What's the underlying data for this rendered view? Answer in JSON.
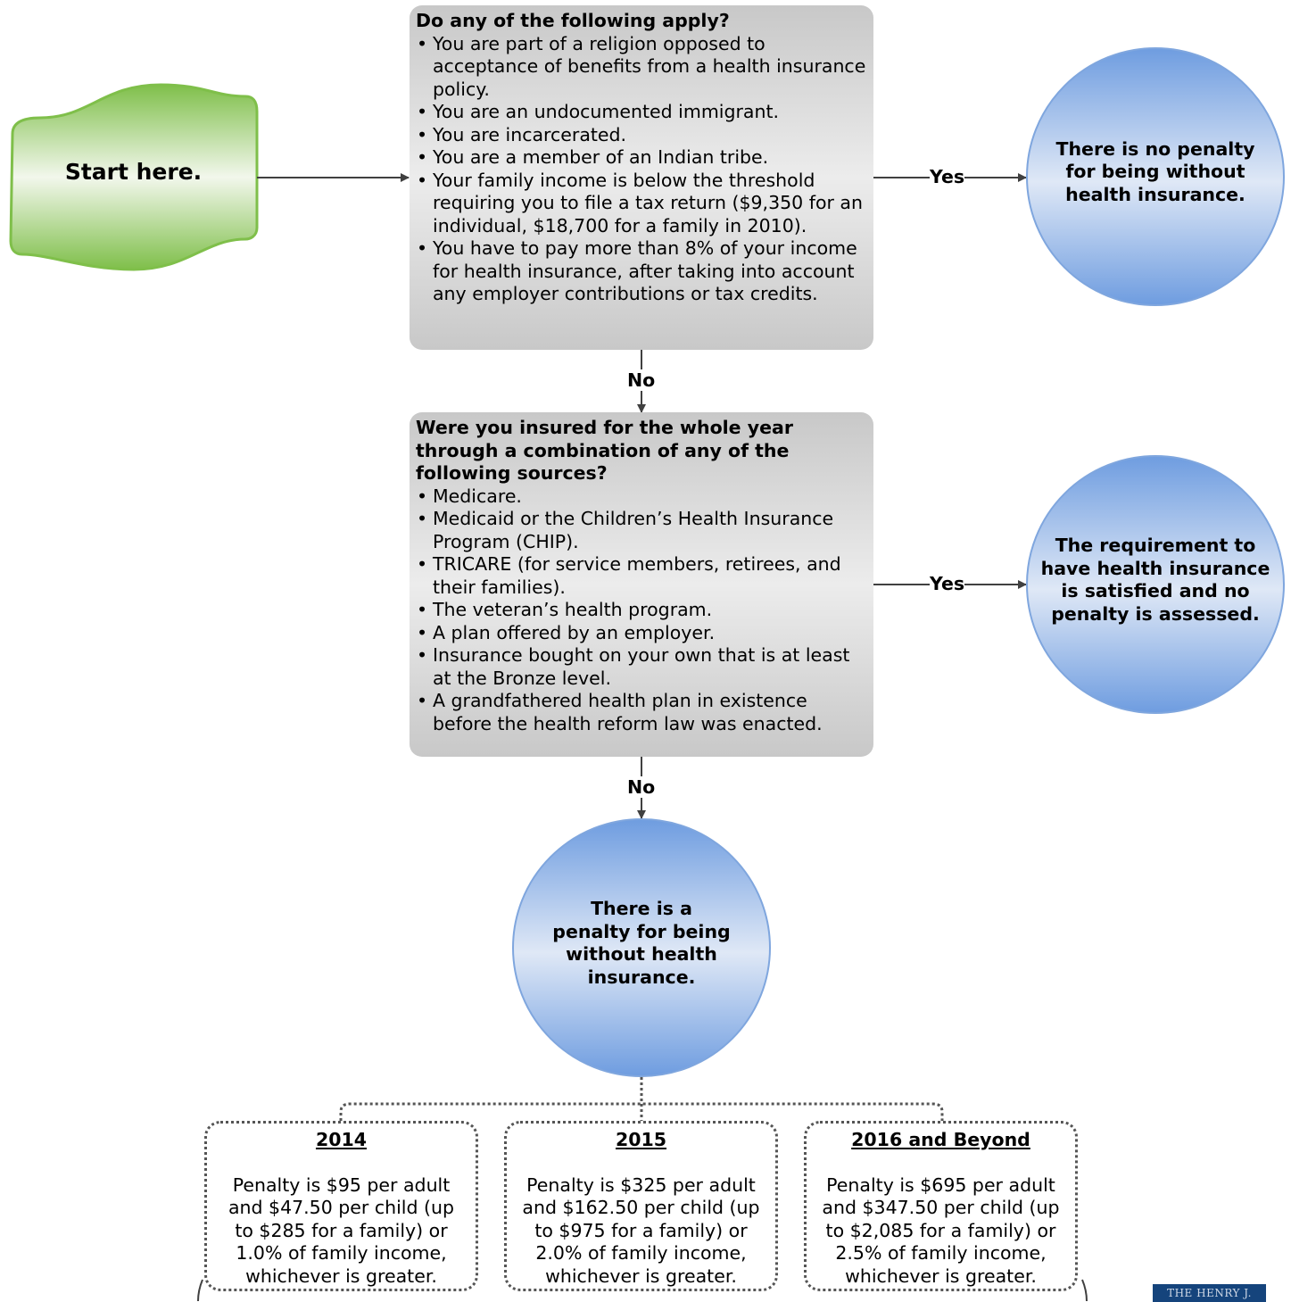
{
  "start": {
    "label": "Start here."
  },
  "question1": {
    "title": "Do any of the following apply?",
    "items": [
      "You are part of a religion opposed to acceptance of benefits from a health insurance policy.",
      "You are an undocumented immigrant.",
      "You are incarcerated.",
      "You are a member of an Indian tribe.",
      "Your family income is below the threshold requiring you to file a tax return ($9,350 for an individual, $18,700 for a family in 2010).",
      "You have to pay more than 8% of your income for health insurance, after taking into account any employer contributions or tax credits."
    ]
  },
  "question2": {
    "title": "Were you insured for the whole year through a combination of any of the following sources?",
    "items": [
      "Medicare.",
      "Medicaid or the Children’s Health Insurance Program (CHIP).",
      "TRICARE (for service members, retirees, and their families).",
      "The veteran’s health program.",
      "A plan offered by an employer.",
      "Insurance bought on your own that is at least at the Bronze level.",
      "A grandfathered health plan in existence before the health reform law was enacted."
    ]
  },
  "edges": {
    "yes": "Yes",
    "no": "No"
  },
  "outcomes": {
    "no_penalty": "There is no penalty for being without health insurance.",
    "satisfied": "The requirement to have health insurance is satisfied and no penalty is assessed.",
    "penalty": "There is a penalty for being without health insurance."
  },
  "penalties": [
    {
      "year": "2014",
      "text": "Penalty is $95 per adult and $47.50 per child (up to $285 for a family) or 1.0% of family income, whichever is greater."
    },
    {
      "year": "2015",
      "text": "Penalty is $325 per adult and $162.50 per child (up to $975 for a family) or 2.0% of family income, whichever is greater."
    },
    {
      "year": "2016 and Beyond",
      "text": "Penalty is $695 per adult and $347.50 per child (up to $2,085 for a family) or 2.5% of family income, whichever is greater."
    }
  ],
  "footer": {
    "logo_text": "THE HENRY J."
  },
  "colors": {
    "start_fill": "#a6cf7e",
    "start_border": "#7fbf4a",
    "box_fill": "#d9d9d9",
    "circle_fill": "#6f9de0",
    "line": "#404040"
  }
}
